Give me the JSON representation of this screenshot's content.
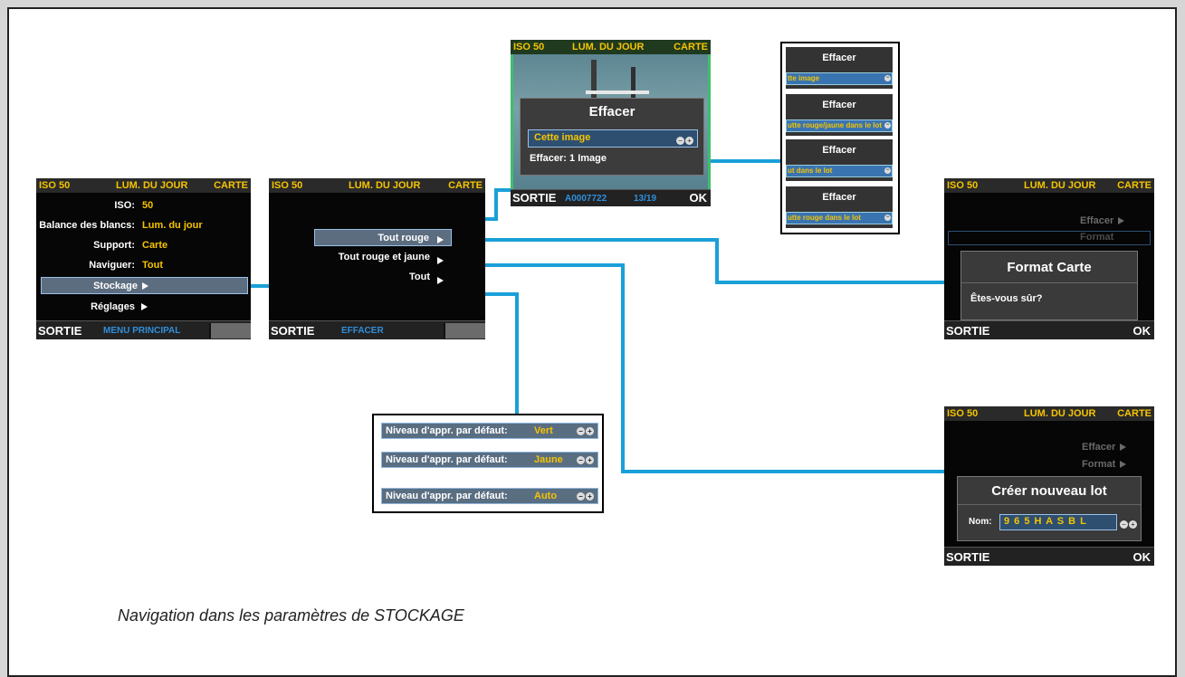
{
  "topbar": {
    "iso": "ISO 50",
    "mode": "LUM. DU JOUR",
    "media": "CARTE"
  },
  "colors": {
    "connector": "#1aa0d8",
    "accent_yellow": "#f5c400",
    "selection": "#5d6d80"
  },
  "main_menu": {
    "rows": [
      {
        "label": "ISO:",
        "value": "50"
      },
      {
        "label": "Balance des blancs:",
        "value": "Lum. du jour"
      },
      {
        "label": "Support:",
        "value": "Carte"
      },
      {
        "label": "Naviguer:",
        "value": "Tout"
      }
    ],
    "storage_item": "Stockage",
    "settings_item": "Réglages",
    "exit": "SORTIE",
    "footer": "MENU PRINCIPAL"
  },
  "erase_menu": {
    "items": [
      "Tout rouge",
      "Tout rouge et jaune",
      "Tout"
    ],
    "exit": "SORTIE",
    "footer": "EFFACER"
  },
  "erase_dialog": {
    "title": "Effacer",
    "option": "Cette image",
    "info": "Effacer: 1 Image",
    "exit": "SORTIE",
    "file": "A0007722",
    "counter": "13/19",
    "ok": "OK"
  },
  "erase_options": [
    {
      "title": "Effacer",
      "option": "tte image"
    },
    {
      "title": "Effacer",
      "option": "utte rouge/jaune dans le lot"
    },
    {
      "title": "Effacer",
      "option": "ut dans le lot"
    },
    {
      "title": "Effacer",
      "option": "utte rouge dans le lot"
    }
  ],
  "format_screen": {
    "menu_items": [
      "Effacer",
      "Format"
    ],
    "dialog_title": "Format Carte",
    "dialog_question": "Êtes-vous sûr?",
    "exit": "SORTIE",
    "ok": "OK"
  },
  "new_lot_screen": {
    "menu_items": [
      "Effacer",
      "Format"
    ],
    "dialog_title": "Créer nouveau lot",
    "name_label": "Nom:",
    "name_value": "9 6 5 H A S B L",
    "exit": "SORTIE",
    "ok": "OK"
  },
  "approval_levels": {
    "label": "Niveau d'appr. par défaut:",
    "values": [
      "Vert",
      "Jaune",
      "Auto"
    ]
  },
  "caption": "Navigation dans les paramètres de STOCKAGE"
}
